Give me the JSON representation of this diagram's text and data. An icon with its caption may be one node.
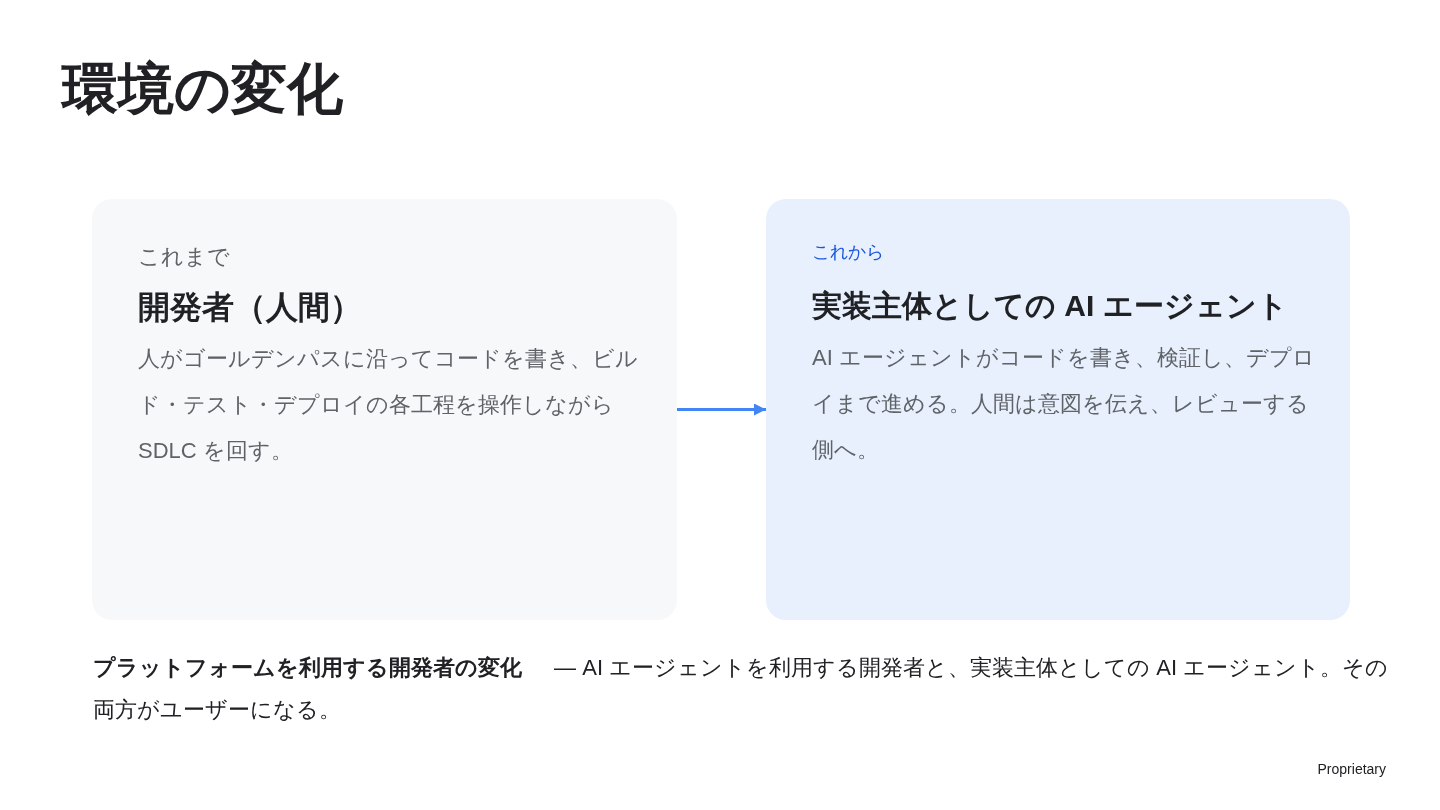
{
  "diagram": {
    "title": "環境の変化",
    "nodes": [
      {
        "text": [
          "これまで",
          "開発者（人間）",
          "人がゴールデンパスに沿ってコードを書き、ビルド・テスト・デプロイの各工程を操作しながらSDLC を回す。"
        ]
      },
      {
        "text": [
          "これから",
          "実装主体としての AI エージェント",
          "AI エージェントがコードを書き、検証し、デプロイまで進める。人間は意図を伝え、レビューする側へ。"
        ]
      }
    ],
    "edges": [
      {
        "from": 0,
        "to": 1,
        "arrow": "to"
      }
    ],
    "labels": [
      "**プラットフォームを利用する開発者の変化** — AI エージェントを利用する開発者と、実装主体としての AI エージェント。その両方がユーザーになる。",
      "Proprietary"
    ]
  }
}
